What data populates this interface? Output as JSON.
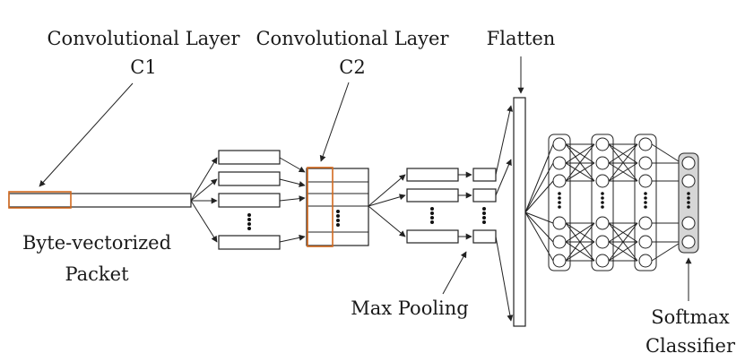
{
  "labels": {
    "conv1_line1": "Convolutional Layer",
    "conv1_line2": "C1",
    "conv2_line1": "Convolutional Layer",
    "conv2_line2": "C2",
    "flatten": "Flatten",
    "input_line1": "Byte-vectorized",
    "input_line2": "Packet",
    "max_pooling": "Max Pooling",
    "softmax_line1": "Softmax",
    "softmax_line2": "Classifier"
  },
  "colors": {
    "highlight": "#d2691e",
    "softmax_fill": "#d6d6d6",
    "stroke": "#222222"
  }
}
